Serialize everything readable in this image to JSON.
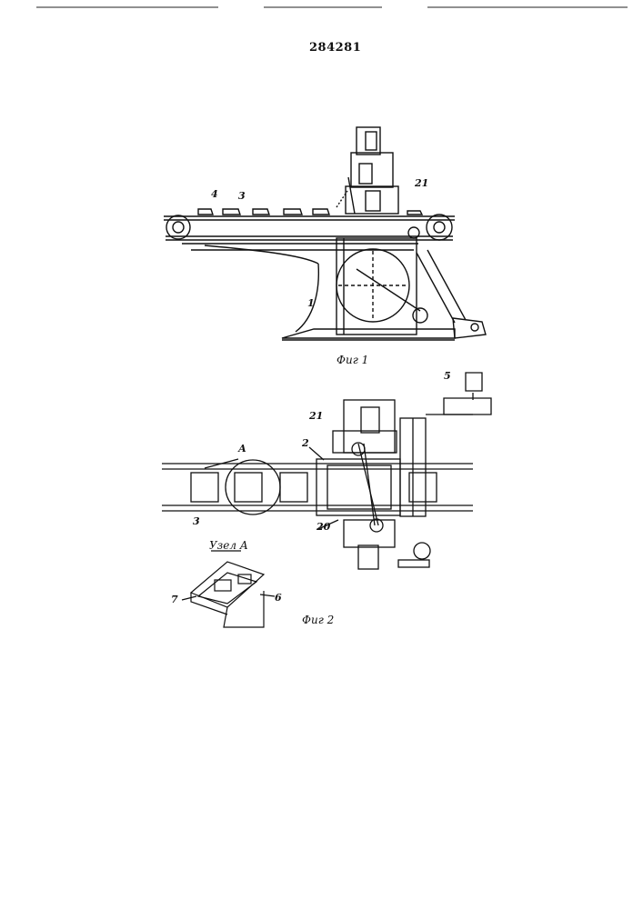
{
  "document": {
    "number": "284281"
  },
  "figure1": {
    "caption": "Фиг 1",
    "labels": {
      "l4": "4",
      "l3": "3",
      "l21": "21",
      "l1": "1"
    }
  },
  "figure2": {
    "caption": "Фиг 2",
    "labels": {
      "l5": "5",
      "l21": "21",
      "l2": "2",
      "lA": "А",
      "l3": "3",
      "l20": "20"
    }
  },
  "detail": {
    "title": "Узел А",
    "labels": {
      "l7": "7",
      "l6": "6"
    }
  }
}
